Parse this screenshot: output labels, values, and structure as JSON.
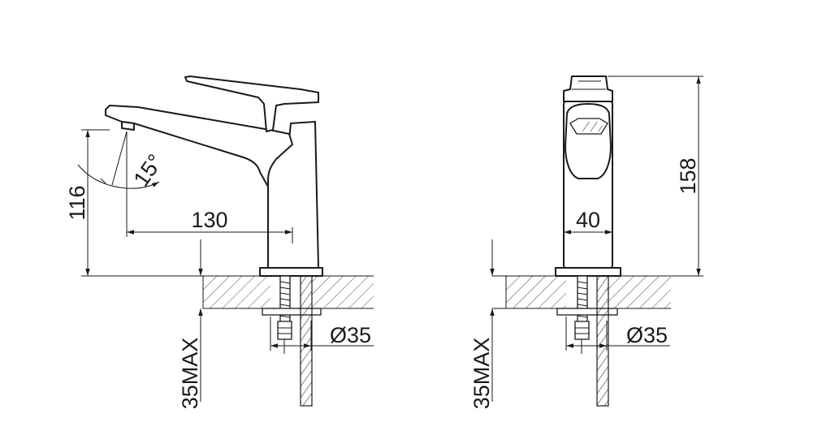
{
  "side_view": {
    "height_dim": "116",
    "reach_dim": "130",
    "angle_dim": "15°",
    "hole_dim": "Ø35",
    "deck_dim": "35MAX"
  },
  "front_view": {
    "height_dim": "158",
    "width_dim": "40",
    "hole_dim": "Ø35",
    "deck_dim": "35MAX"
  }
}
